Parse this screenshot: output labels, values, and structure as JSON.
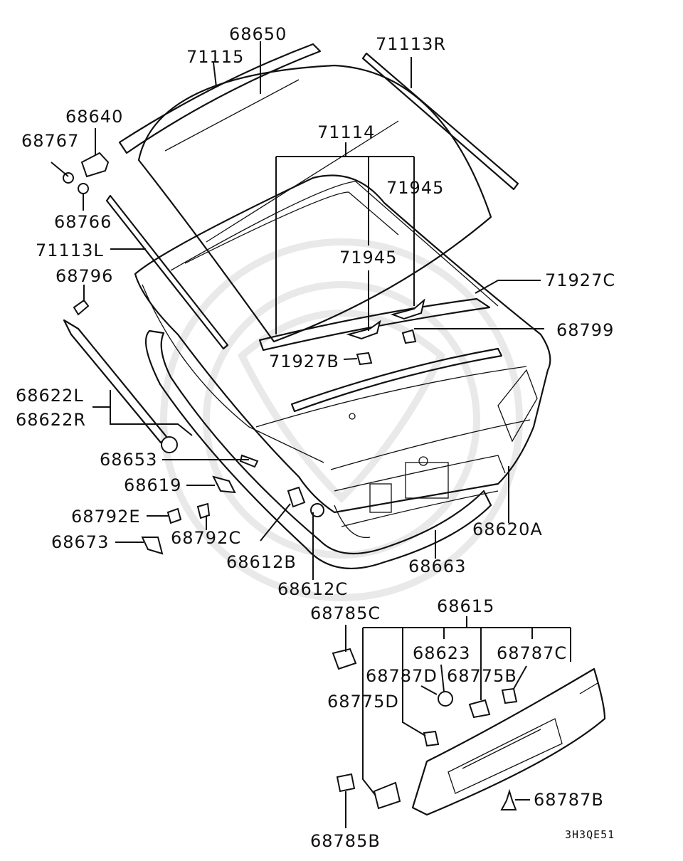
{
  "labels": {
    "l68650": "68650",
    "l71115": "71115",
    "l71113R": "71113R",
    "l68640": "68640",
    "l68767": "68767",
    "l71114": "71114",
    "l71945a": "71945",
    "l68766": "68766",
    "l71113L": "71113L",
    "l71945b": "71945",
    "l68796": "68796",
    "l71927C": "71927C",
    "l68799": "68799",
    "l71927B": "71927B",
    "l68622L": "68622L",
    "l68622R": "68622R",
    "l68653": "68653",
    "l68619": "68619",
    "l68792E": "68792E",
    "l68620A": "68620A",
    "l68792C": "68792C",
    "l68673": "68673",
    "l68612B": "68612B",
    "l68663": "68663",
    "l68612C": "68612C",
    "l68785C": "68785C",
    "l68615": "68615",
    "l68623": "68623",
    "l68787C": "68787C",
    "l68787D": "68787D",
    "l68775B": "68775B",
    "l68775D": "68775D",
    "l68787B": "68787B",
    "l68785B": "68785B",
    "code": "3H3QE51"
  }
}
